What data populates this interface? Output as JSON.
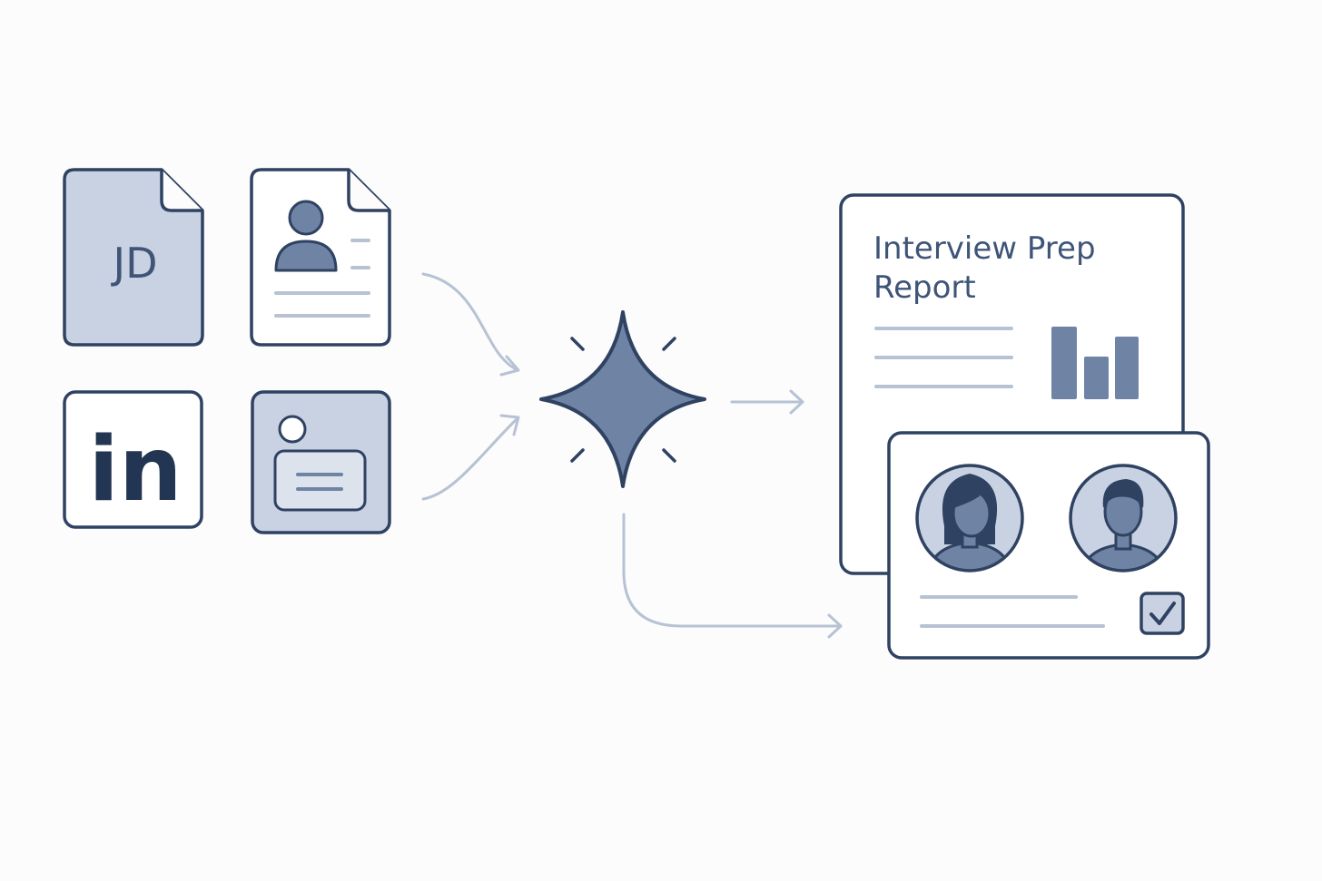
{
  "inputs": {
    "job_description_label": "JD",
    "linkedin_label": "in"
  },
  "report": {
    "title_line1": "Interview Prep",
    "title_line2": "Report"
  },
  "colors": {
    "outline": "#2f4262",
    "fill_light": "#c9d2e2",
    "fill_medium": "#6f84a5",
    "connector": "#b7c2d4",
    "background": "#fcfcfd"
  },
  "icons": [
    "job-description-document-icon",
    "resume-document-icon",
    "linkedin-icon",
    "id-card-icon",
    "ai-sparkle-icon",
    "bar-chart-icon",
    "person-female-icon",
    "person-male-icon",
    "checkbox-checked-icon"
  ]
}
